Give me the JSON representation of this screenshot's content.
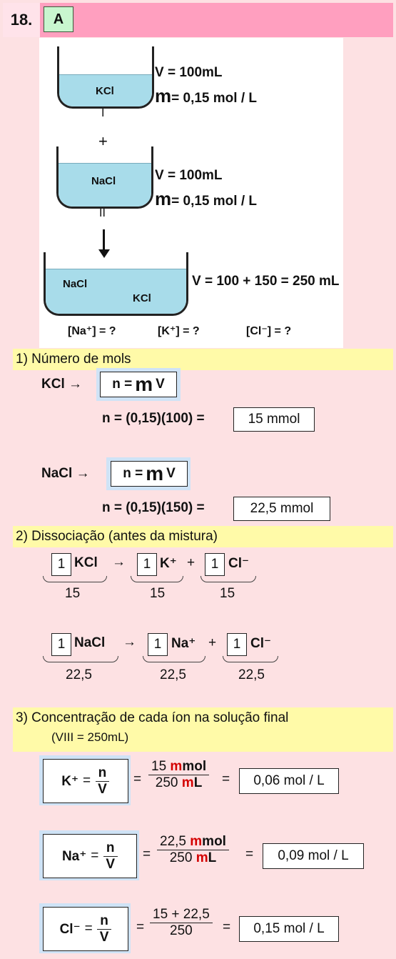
{
  "header": {
    "number": "18.",
    "answer": "A"
  },
  "figure": {
    "beaker1": {
      "label": "KCl",
      "volume": "V = 100mL",
      "conc": "= 0,15 mol / L",
      "conc_symbol": "m",
      "roman": "I"
    },
    "plus": "+",
    "beaker2": {
      "label": "NaCl",
      "volume": "V = 100mL",
      "conc": "= 0,15 mol / L",
      "conc_symbol": "m",
      "roman": "II"
    },
    "beaker3": {
      "label_a": "NaCl",
      "label_b": "KCl",
      "volume": "V = 100 + 150 = 250 mL"
    },
    "questions": [
      "[Na⁺] = ?",
      "[K⁺] = ?",
      "[Cl⁻] = ?"
    ]
  },
  "step1": {
    "title": "1) Número de mols",
    "kcl": {
      "species": "KCl →",
      "formula_n": "n =",
      "formula_m": "m",
      "formula_v": "V",
      "calc": "n = (0,15)(100) =",
      "result": "15 mmol"
    },
    "nacl": {
      "species": "NaCl →",
      "formula_n": "n =",
      "formula_m": "m",
      "formula_v": "V",
      "calc": "n = (0,15)(150) =",
      "result": "22,5 mmol"
    }
  },
  "step2": {
    "title": "2) Dissociação (antes da mistura)",
    "kcl": {
      "coef": "1",
      "reactant": "KCl",
      "arrow": "→",
      "ion1": "K⁺",
      "plus": "+",
      "ion2": "Cl⁻",
      "amounts": [
        "15",
        "15",
        "15"
      ]
    },
    "nacl": {
      "coef": "1",
      "reactant": "NaCl",
      "arrow": "→",
      "ion1": "Na⁺",
      "plus": "+",
      "ion2": "Cl⁻",
      "amounts": [
        "22,5",
        "22,5",
        "22,5"
      ]
    }
  },
  "step3": {
    "title": "3) Concentração de cada íon na solução final",
    "vol_note": "(VIII = 250mL)",
    "k": {
      "ion": "K⁺",
      "n": "n",
      "v": "V",
      "num": "15",
      "num_unit_m": "m",
      "num_unit": "mol",
      "den": "250",
      "den_unit_m": "m",
      "den_unit": "L",
      "result": "0,06 mol / L"
    },
    "na": {
      "ion": "Na⁺",
      "n": "n",
      "v": "V",
      "num": "22,5",
      "num_unit_m": "m",
      "num_unit": "mol",
      "den": "250",
      "den_unit_m": "m",
      "den_unit": "L",
      "result": "0,09 mol / L"
    },
    "cl": {
      "ion": "Cl⁻",
      "n": "n",
      "v": "V",
      "num": "15 + 22,5",
      "den": "250",
      "result": "0,15 mol / L"
    }
  }
}
